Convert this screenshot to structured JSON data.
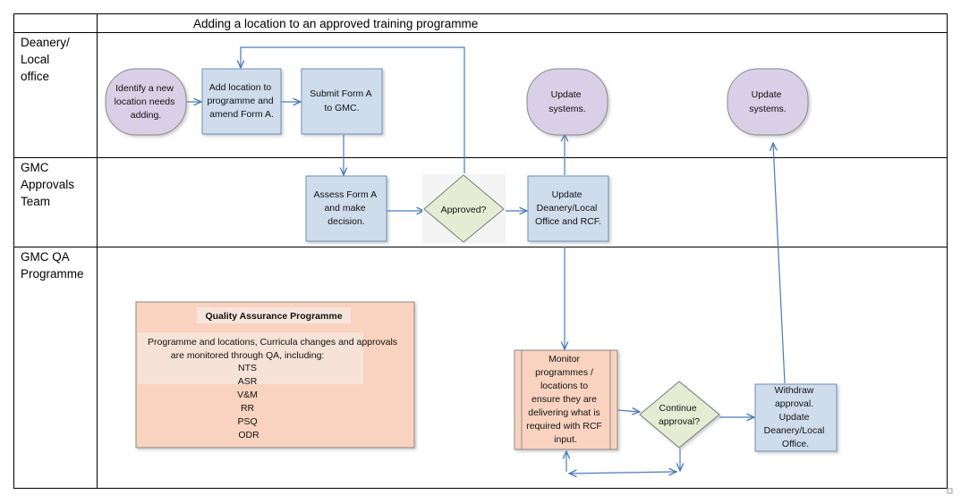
{
  "title": "Adding  a location to an approved training programme",
  "lanes": {
    "deanery": [
      "Deanery/",
      "Local",
      "office"
    ],
    "gmc_approvals": [
      "GMC",
      "Approvals",
      "Team"
    ],
    "gmc_qa": [
      "GMC QA",
      "Programme"
    ]
  },
  "nodes": {
    "identify": [
      "Identify a new",
      "location needs",
      "adding."
    ],
    "add_location": [
      "Add location to",
      "programme and",
      "amend Form A."
    ],
    "submit": [
      "Submit Form A",
      "to GMC."
    ],
    "update_systems_1": [
      "Update",
      "systems."
    ],
    "update_systems_2": [
      "Update",
      "systems."
    ],
    "assess": [
      "Assess Form A",
      "and make",
      "decision."
    ],
    "approved": [
      "Approved?"
    ],
    "update_deanery": [
      "Update",
      "Deanery/Local",
      "Office and RCF."
    ],
    "monitor": [
      "Monitor",
      "programmes /",
      "locations to",
      "ensure they are",
      "delivering what is",
      "required with RCF",
      "input."
    ],
    "continue": [
      "Continue",
      "approval?"
    ],
    "withdraw": [
      "Withdraw",
      "approval.",
      "Update",
      "Deanery/Local",
      "Office."
    ]
  },
  "qa_box": {
    "title": "Quality Assurance Programme",
    "lines": [
      "Programme and locations, Curricula changes and approvals",
      "are monitored through QA, including:",
      "NTS",
      "ASR",
      "V&M",
      "RR",
      "PSQ",
      "ODR"
    ]
  },
  "colors": {
    "terminal_fill": "#d9cfe6",
    "process_fill": "#cfdcec",
    "decision_fill": "#e6ecd3",
    "qa_fill": "#f9d3bf",
    "arrow": "#4a7ab8"
  }
}
